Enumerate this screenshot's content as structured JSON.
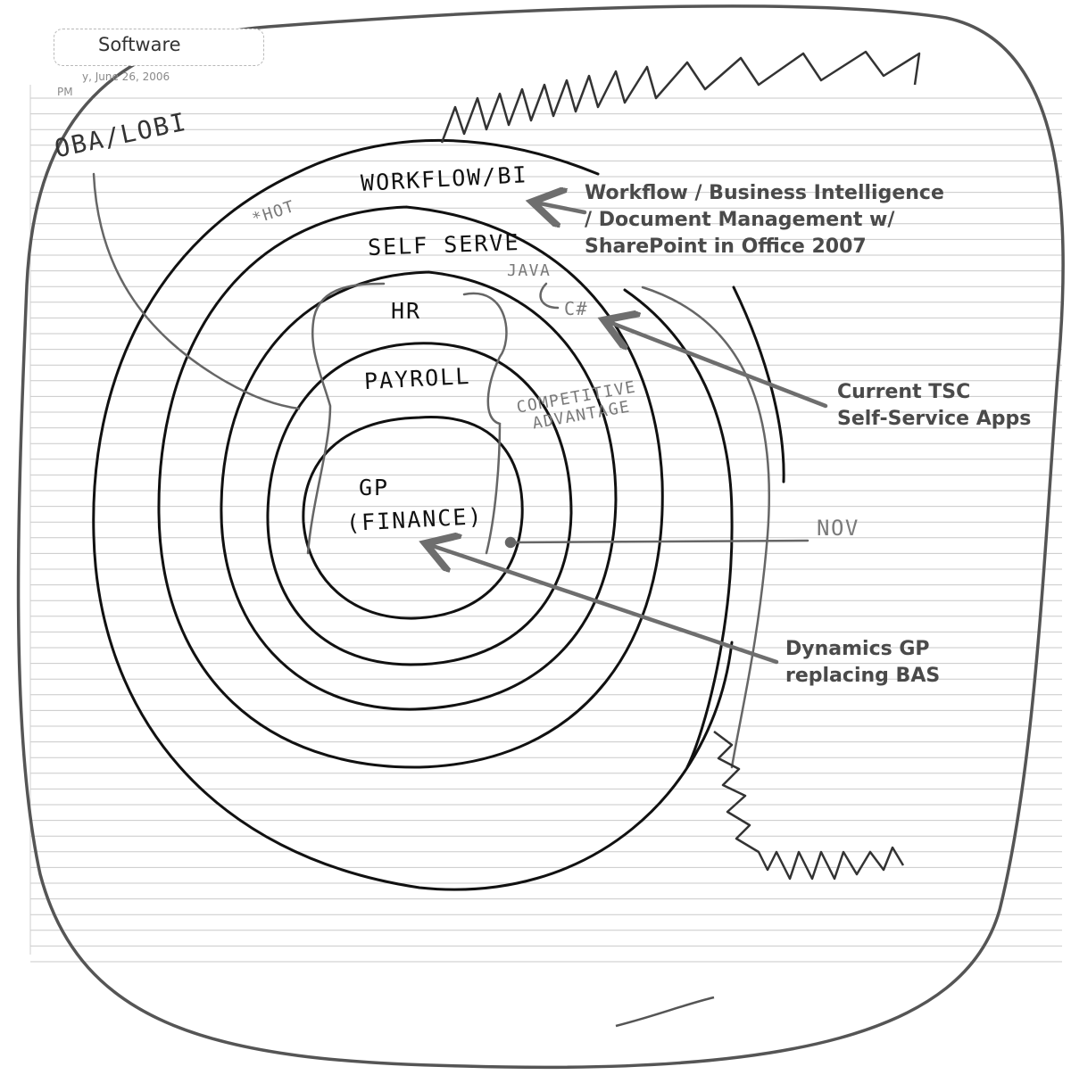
{
  "header": {
    "title": "Software",
    "date": "y, June 26, 2006",
    "time": "PM"
  },
  "sketch": {
    "rings": [
      {
        "label": "GP"
      },
      {
        "label": "(FINANCE)"
      },
      {
        "label": "PAYROLL"
      },
      {
        "label": "HR"
      },
      {
        "label": "SELF SERVE"
      },
      {
        "label": "WORKFLOW/BI"
      }
    ],
    "notes": {
      "oba": "OBA/LOBI",
      "hot": "*HOT",
      "java": "JAVA",
      "csharp": "C#",
      "competitive": "COMPETITIVE",
      "advantage": "ADVANTAGE",
      "nov": "NOV"
    }
  },
  "callouts": {
    "workflow": {
      "line1": "Workflow / Business Intelligence",
      "line2": "/ Document Management w/",
      "line3": "SharePoint in Office 2007"
    },
    "tsc": {
      "line1": "Current TSC",
      "line2": "Self-Service Apps"
    },
    "gp": {
      "line1": "Dynamics GP",
      "line2": "replacing BAS"
    }
  },
  "colors": {
    "ink": "#111111",
    "pencil_gray": "#7a7a7a",
    "arrow_gray": "#6e6e6e",
    "ruled_line": "#c9c9c9"
  }
}
